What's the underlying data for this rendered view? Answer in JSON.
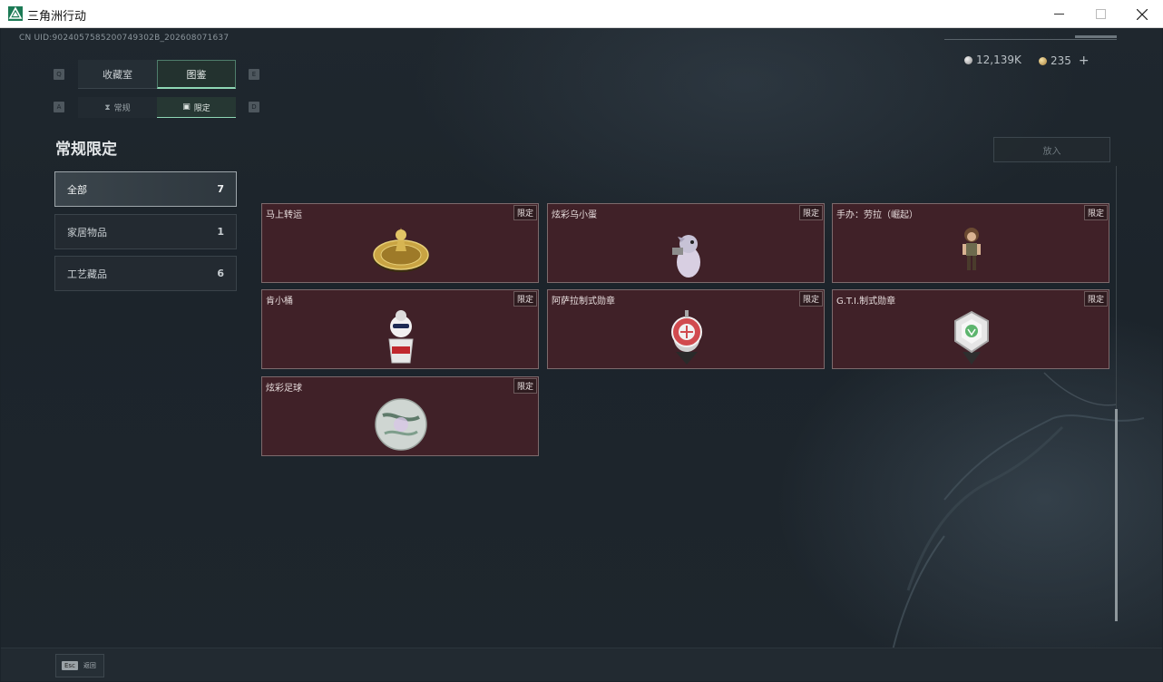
{
  "window": {
    "title": "三角洲行动",
    "min_icon": "minimize-icon",
    "max_icon": "maximize-icon",
    "close_icon": "close-icon"
  },
  "uid": "CN UID:9024057585200749302B_202608071637",
  "currency": {
    "silver": "12,139K",
    "gold": "235",
    "add": "+"
  },
  "hotkeys": {
    "q": "Q",
    "e": "E",
    "a": "A",
    "d": "D"
  },
  "main_tabs": [
    {
      "label": "收藏室",
      "active": false
    },
    {
      "label": "图鉴",
      "active": true
    }
  ],
  "sub_tabs": [
    {
      "label": "常规",
      "icon": "hourglass-icon",
      "active": false
    },
    {
      "label": "限定",
      "icon": "limited-icon",
      "active": true
    }
  ],
  "section_title": "常规限定",
  "categories": [
    {
      "label": "全部",
      "count": "7",
      "active": true
    },
    {
      "label": "家居物品",
      "count": "1",
      "active": false
    },
    {
      "label": "工艺藏品",
      "count": "6",
      "active": false
    }
  ],
  "place_button": "放入",
  "items": [
    {
      "name": "马上转运",
      "tag": "限定",
      "icon": "golden-compass-icon"
    },
    {
      "name": "炫彩乌小蛋",
      "tag": "限定",
      "icon": "bird-egg-icon"
    },
    {
      "name": "手办：劳拉（崛起）",
      "tag": "限定",
      "icon": "lara-figure-icon"
    },
    {
      "name": "肯小桶",
      "tag": "限定",
      "icon": "bucket-mascot-icon"
    },
    {
      "name": "阿萨拉制式勋章",
      "tag": "限定",
      "icon": "asala-medal-icon"
    },
    {
      "name": "G.T.I.制式勋章",
      "tag": "限定",
      "icon": "gti-medal-icon"
    },
    {
      "name": "炫彩足球",
      "tag": "限定",
      "icon": "football-icon"
    }
  ],
  "footer": {
    "esc_key": "Esc",
    "back_label": "返回"
  },
  "colors": {
    "accent_green": "#8fd7b5",
    "card_bg": "#402128",
    "game_bg": "#1b232a"
  }
}
